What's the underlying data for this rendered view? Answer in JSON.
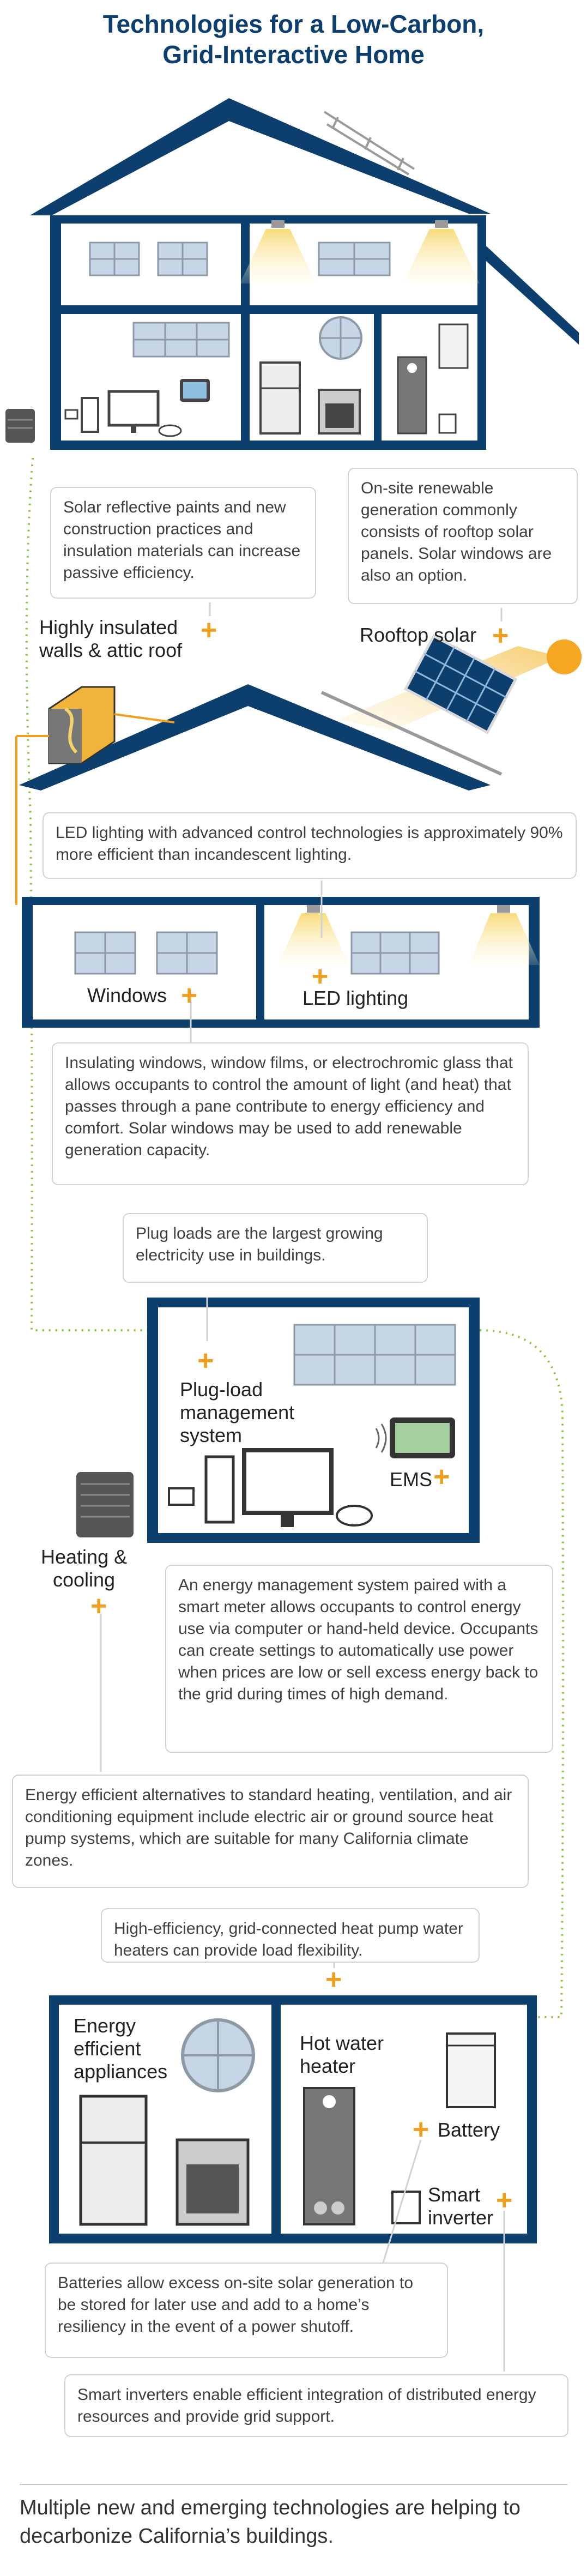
{
  "title": {
    "line1": "Technologies for a Low-Carbon,",
    "line2": "Grid-Interactive Home"
  },
  "callouts": {
    "passive": "Solar reflective paints and new construction practices and insulation materials can increase passive efficiency.",
    "solar": "On-site renewable generation commonly consists of rooftop solar panels. Solar windows are also an option.",
    "led": "LED lighting with advanced control technologies is approximately 90% more efficient than incandescent lighting.",
    "windows": "Insulating windows, window films, or electrochromic glass that allows occupants to control the amount of light (and heat) that passes through a pane contribute to energy efficiency and comfort. Solar windows may be used to add renewable generation capacity.",
    "plug": "Plug loads are the largest growing electricity use in buildings.",
    "ems": "An energy management system paired with a smart meter allows occupants to control energy use via computer or hand-held device. Occupants can create settings to automatically use power when prices are low or sell excess energy back to the grid during times of high demand.",
    "heating": "Energy efficient alternatives to standard heating, ventilation, and air conditioning equipment include electric air or ground source heat pump systems, which are suitable for many California climate zones.",
    "water": "High-efficiency, grid-connected heat pump water heaters can provide load flexibility.",
    "battery": "Batteries allow excess on-site solar generation to be stored for later use and add to a home’s resiliency in the event of a power shutoff.",
    "inverter": "Smart inverters enable efficient integration of distributed energy resources and provide grid support."
  },
  "labels": {
    "walls_1": "Highly insulated",
    "walls_2": "walls & attic roof",
    "rooftop_solar": "Rooftop solar",
    "windows": "Windows",
    "led_lighting": "LED lighting",
    "plug_1": "Plug-load",
    "plug_2": "management",
    "plug_3": "system",
    "ems": "EMS",
    "heating_1": "Heating &",
    "heating_2": "cooling",
    "appliances_1": "Energy",
    "appliances_2": "efficient",
    "appliances_3": "appliances",
    "water_1": "Hot water",
    "water_2": "heater",
    "battery": "Battery",
    "inverter_1": "Smart",
    "inverter_2": "inverter"
  },
  "plus_symbol": "+",
  "footer": "Multiple new and emerging technologies are helping to decarbonize California’s buildings.",
  "colors": {
    "navy": "#0c3f6e",
    "accent": "#f29f1d",
    "sun": "#f5a623",
    "dotted": "#8cc63f"
  }
}
